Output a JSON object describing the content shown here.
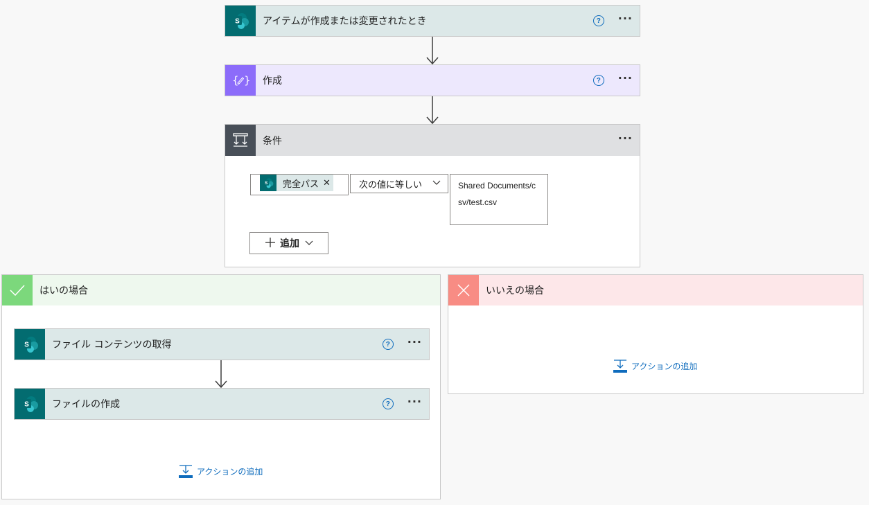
{
  "trigger": {
    "title": "アイテムが作成または変更されたとき",
    "help": "?",
    "more": "···",
    "icon": "sharepoint-icon"
  },
  "compose": {
    "title": "作成",
    "help": "?",
    "more": "···",
    "icon": "compose-icon"
  },
  "condition": {
    "title": "条件",
    "more": "···",
    "token_label": "完全パス",
    "token_remove": "✕",
    "operator": "次の値に等しい",
    "value": "Shared Documents/csv/test.csv",
    "add_label": "追加"
  },
  "yes_branch": {
    "title": "はいの場合",
    "actions": [
      {
        "title": "ファイル コンテンツの取得",
        "help": "?",
        "more": "···"
      },
      {
        "title": "ファイルの作成",
        "help": "?",
        "more": "···"
      }
    ],
    "add_action": "アクションの追加"
  },
  "no_branch": {
    "title": "いいえの場合",
    "add_action": "アクションの追加"
  },
  "colors": {
    "sharepoint": "#036c70",
    "compose": "#8c6cfa",
    "condition": "#484f58",
    "yes": "#7cd87c",
    "no": "#f88c84",
    "link": "#0f6cbd"
  }
}
